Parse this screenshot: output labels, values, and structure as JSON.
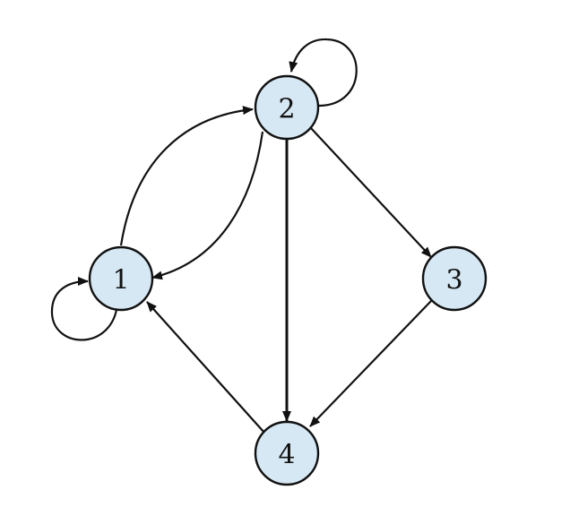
{
  "graph": {
    "node_fill": "#d6e8f4",
    "edge_color": "#111111",
    "nodes": [
      {
        "id": "1",
        "label": "1"
      },
      {
        "id": "2",
        "label": "2"
      },
      {
        "id": "3",
        "label": "3"
      },
      {
        "id": "4",
        "label": "4"
      }
    ],
    "edges": [
      {
        "from": "1",
        "to": "1",
        "kind": "self-loop"
      },
      {
        "from": "1",
        "to": "2",
        "kind": "curved"
      },
      {
        "from": "2",
        "to": "1",
        "kind": "curved"
      },
      {
        "from": "2",
        "to": "2",
        "kind": "self-loop"
      },
      {
        "from": "2",
        "to": "3",
        "kind": "straight"
      },
      {
        "from": "2",
        "to": "4",
        "kind": "straight"
      },
      {
        "from": "3",
        "to": "4",
        "kind": "straight"
      },
      {
        "from": "4",
        "to": "1",
        "kind": "straight"
      }
    ]
  }
}
